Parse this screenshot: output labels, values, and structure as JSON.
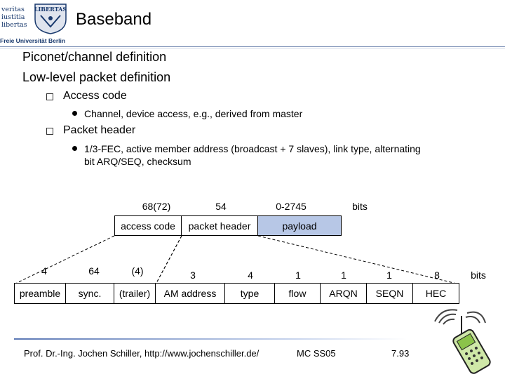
{
  "logo": {
    "line1": "veritas",
    "line2": "iustitia",
    "line3": "libertas",
    "seal_text": "LIBERTAS",
    "name": "Freie Universität Berlin"
  },
  "title": "Baseband",
  "bullets": {
    "item1": "Piconet/channel definition",
    "item2": "Low-level packet definition",
    "access_code": "Access code",
    "access_code_detail": "Channel, device access, e.g., derived from master",
    "packet_header": "Packet header",
    "packet_header_detail_1": "1/3-FEC, active member address (broadcast + 7 slaves), link type, alternating",
    "packet_header_detail_2": "bit ARQ/SEQ, checksum"
  },
  "packet": {
    "sizes": [
      "68(72)",
      "54",
      "0-2745"
    ],
    "unit": "bits",
    "fields": [
      "access code",
      "packet header",
      "payload"
    ]
  },
  "access_code_fields": {
    "sizes": [
      "4",
      "64",
      "(4)"
    ],
    "fields": [
      "preamble",
      "sync.",
      "(trailer)"
    ]
  },
  "header_fields": {
    "sizes": [
      "3",
      "4",
      "1",
      "1",
      "1",
      "8"
    ],
    "unit": "bits",
    "fields": [
      "AM address",
      "type",
      "flow",
      "ARQN",
      "SEQN",
      "HEC"
    ]
  },
  "footer": {
    "author": "Prof. Dr.-Ing. Jochen Schiller, http://www.jochenschiller.de/",
    "course": "MC SS05",
    "page": "7.93"
  },
  "colors": {
    "payload_fill": "#b7c7e6",
    "rule": "#5b78b5",
    "logo": "#1a3a6e"
  }
}
